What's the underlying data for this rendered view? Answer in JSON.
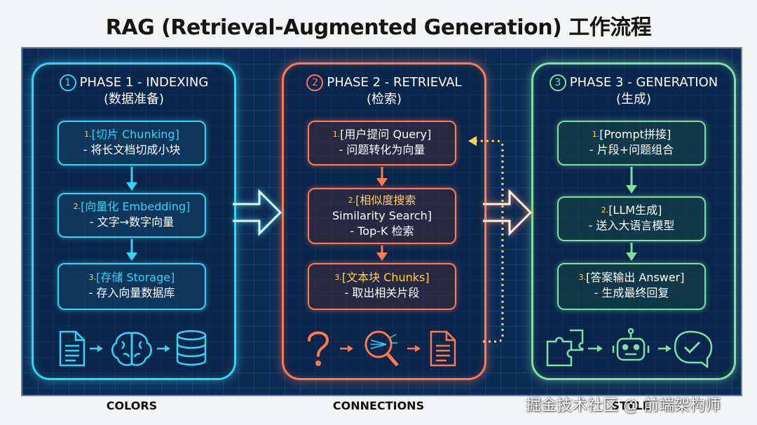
{
  "title": "RAG (Retrieval-Augmented Generation) 工作流程",
  "phases": [
    {
      "num": "1",
      "title": "PHASE 1 - INDEXING",
      "subtitle": "(数据准备)",
      "color": "#35d4f0",
      "steps": [
        {
          "num": "1.",
          "label": "[切片 Chunking]",
          "desc": "- 将长文档切成小块"
        },
        {
          "num": "2.",
          "label": "[向量化 Embedding]",
          "desc": "- 文字→数字向量"
        },
        {
          "num": "3.",
          "label": "[存储 Storage]",
          "desc": "- 存入向量数据库"
        }
      ],
      "icons": [
        "document-icon",
        "brain-icon",
        "database-icon"
      ]
    },
    {
      "num": "2",
      "title": "PHASE 2 - RETRIEVAL",
      "subtitle": "(检索)",
      "color": "#ff7a50",
      "steps": [
        {
          "num": "1.",
          "label": "[用户提问 Query]",
          "desc": "- 问题转化为向量"
        },
        {
          "num": "2.",
          "label": "[相似度搜索",
          "label2": "Similarity Search]",
          "desc": "- Top-K 检索"
        },
        {
          "num": "3.",
          "label": "[文本块 Chunks]",
          "desc": "- 取出相关片段"
        }
      ],
      "icons": [
        "question-icon",
        "magnifier-icon",
        "document-icon"
      ]
    },
    {
      "num": "3",
      "title": "PHASE 3 - GENERATION",
      "subtitle": "(生成)",
      "color": "#7fe0a0",
      "steps": [
        {
          "num": "1.",
          "label": "[Prompt拼接]",
          "desc": "- 片段+问题组合"
        },
        {
          "num": "2.",
          "label": "[LLM生成]",
          "desc": "- 送入大语言模型"
        },
        {
          "num": "3.",
          "label": "[答案输出 Answer]",
          "desc": "- 生成最终回复"
        }
      ],
      "icons": [
        "puzzle-icon",
        "robot-icon",
        "check-bubble-icon"
      ]
    }
  ],
  "footer": {
    "left": "COLORS",
    "center": "CONNECTIONS",
    "right": "STYLE"
  },
  "watermark": "掘金技术社区 @ 前端架构师"
}
